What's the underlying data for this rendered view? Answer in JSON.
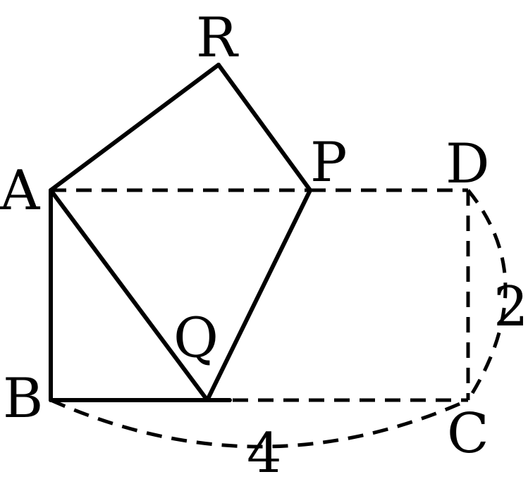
{
  "diagram": {
    "points": {
      "A": "A",
      "B": "B",
      "C": "C",
      "D": "D",
      "P": "P",
      "Q": "Q",
      "R": "R"
    },
    "measures": {
      "bc_length": "4",
      "cd_length": "2"
    }
  }
}
